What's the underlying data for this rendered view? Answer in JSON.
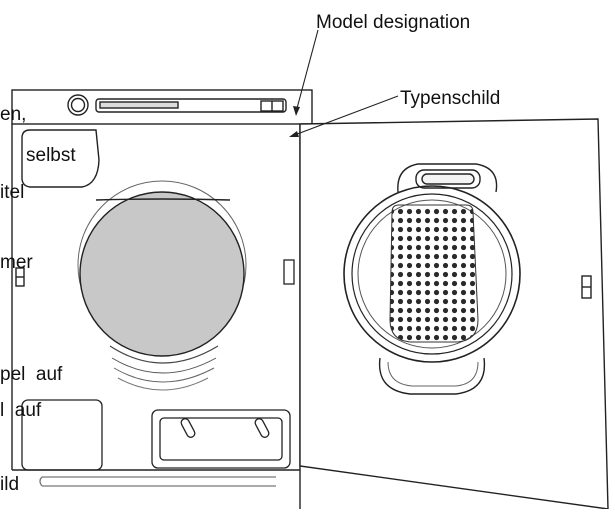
{
  "labels": {
    "model_designation": "Model designation",
    "typenschild": "Typenschild"
  },
  "side_text": {
    "line1": "en,",
    "line2": "selbst",
    "line3": "itel",
    "line4": "mer",
    "line5": "pel  auf",
    "line6": "l  auf",
    "line7": "ild"
  },
  "colors": {
    "stroke": "#222222",
    "drum_fill": "#c8c8c8",
    "background": "#ffffff"
  }
}
